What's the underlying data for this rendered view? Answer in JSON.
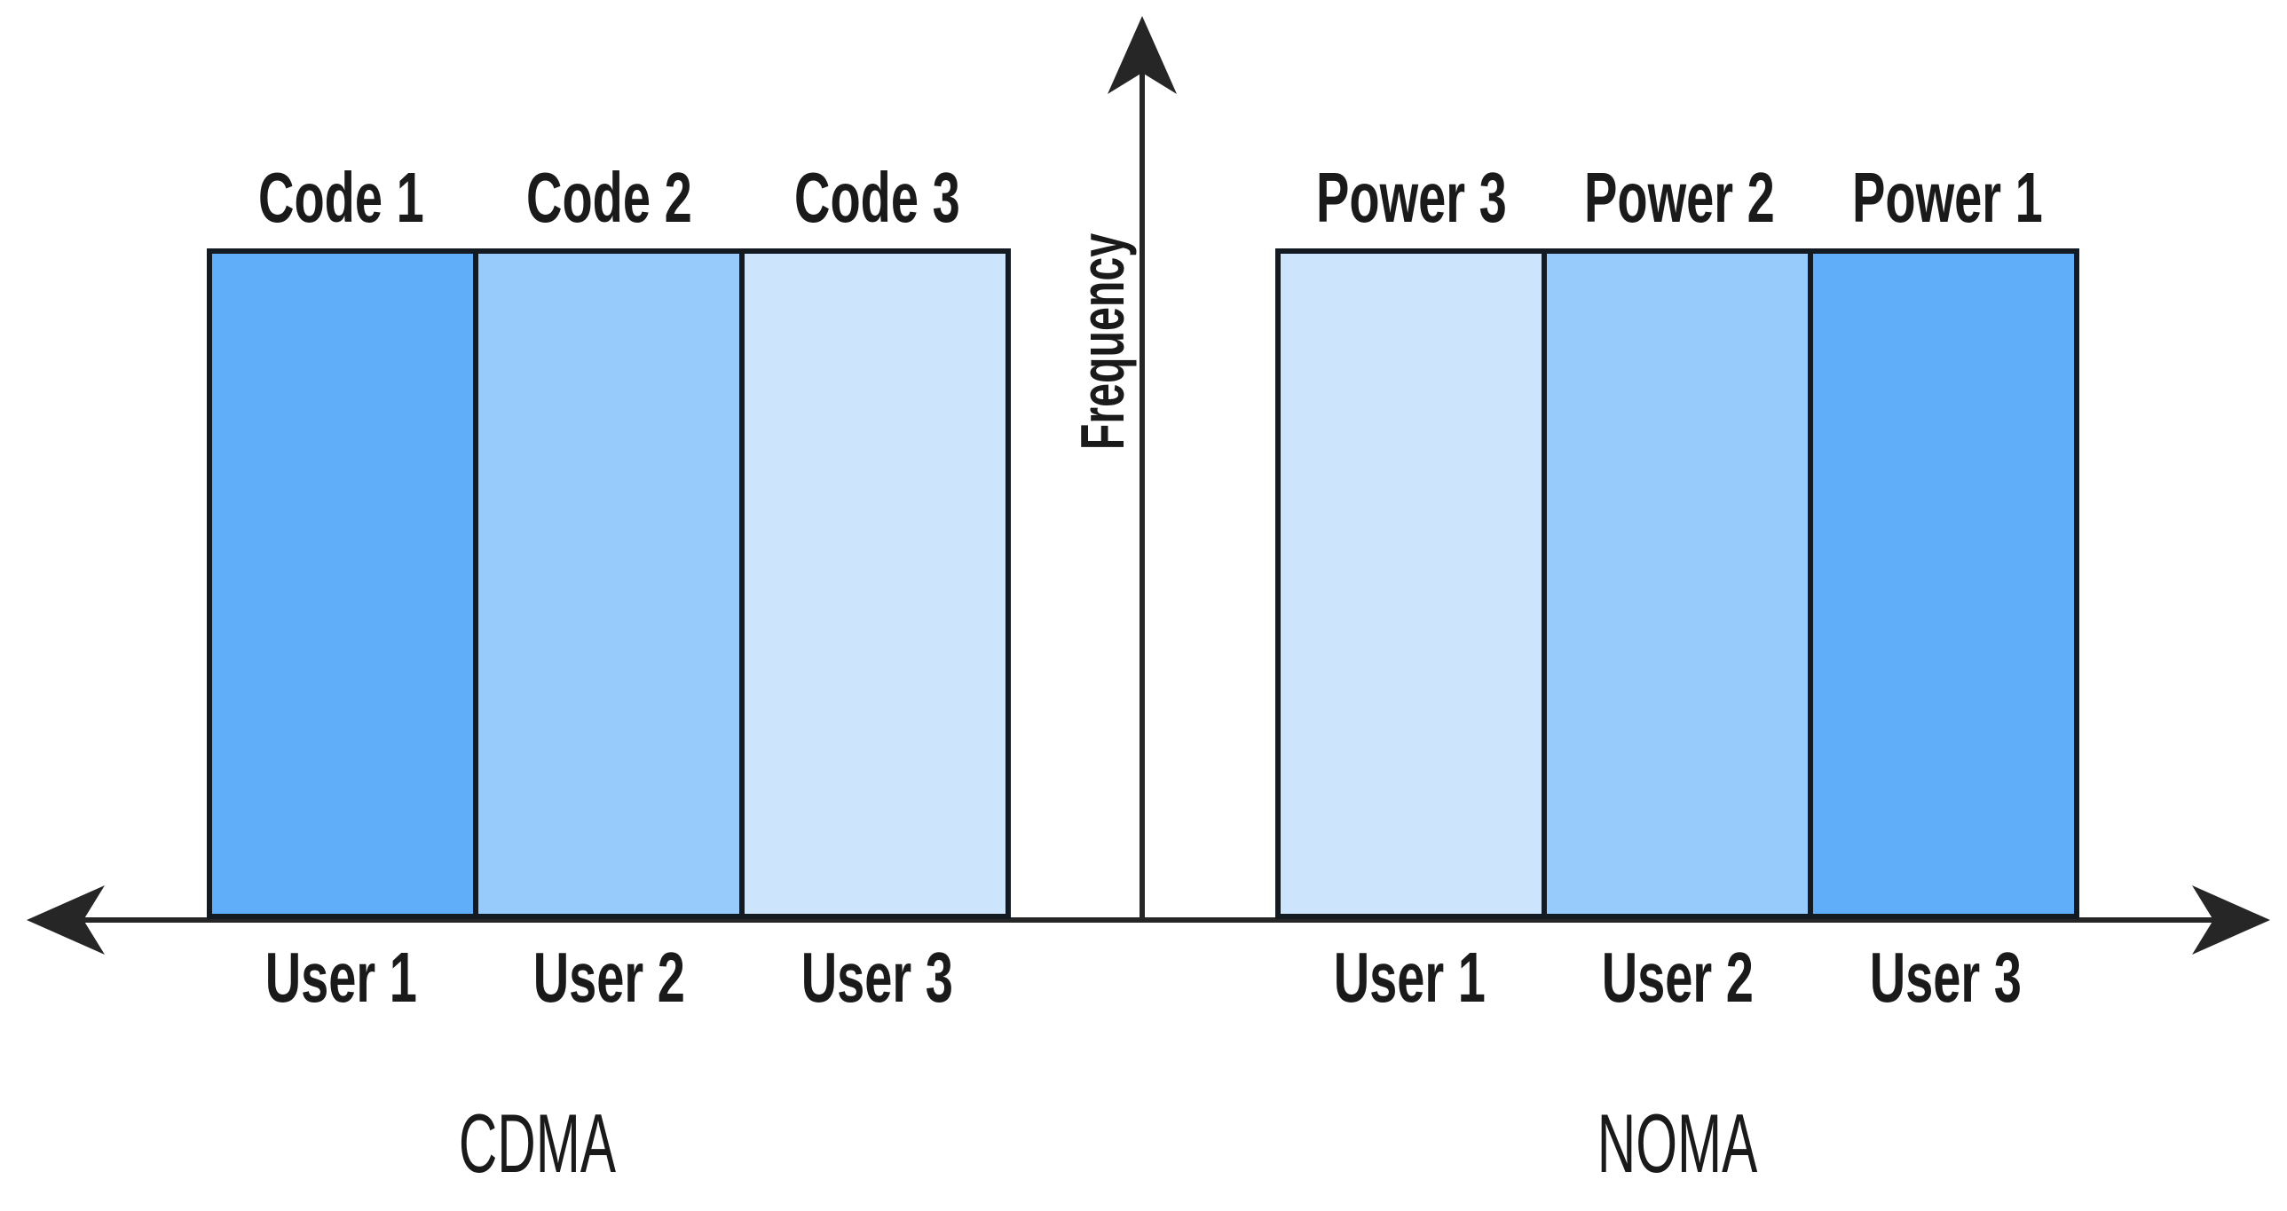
{
  "figure": {
    "y_axis_label": "Frequency",
    "groups": {
      "cdma": {
        "label": "CDMA",
        "bars": [
          {
            "top_label": "Code 1",
            "bottom_label": "User 1",
            "fill": "#60ADFA"
          },
          {
            "top_label": "Code 2",
            "bottom_label": "User 2",
            "fill": "#97CBFC"
          },
          {
            "top_label": "Code 3",
            "bottom_label": "User 3",
            "fill": "#CCE5FC"
          }
        ]
      },
      "noma": {
        "label": "NOMA",
        "bars": [
          {
            "top_label": "Power 3",
            "bottom_label": "User 1",
            "fill": "#CCE5FC"
          },
          {
            "top_label": "Power 2",
            "bottom_label": "User 2",
            "fill": "#97CBFC"
          },
          {
            "top_label": "Power 1",
            "bottom_label": "User 3",
            "fill": "#60ADFA"
          }
        ]
      }
    },
    "colors": {
      "background": "#FFFFFF",
      "bar_border": "#141A21",
      "axis": "#262626",
      "text": "#1A1A1A"
    }
  }
}
